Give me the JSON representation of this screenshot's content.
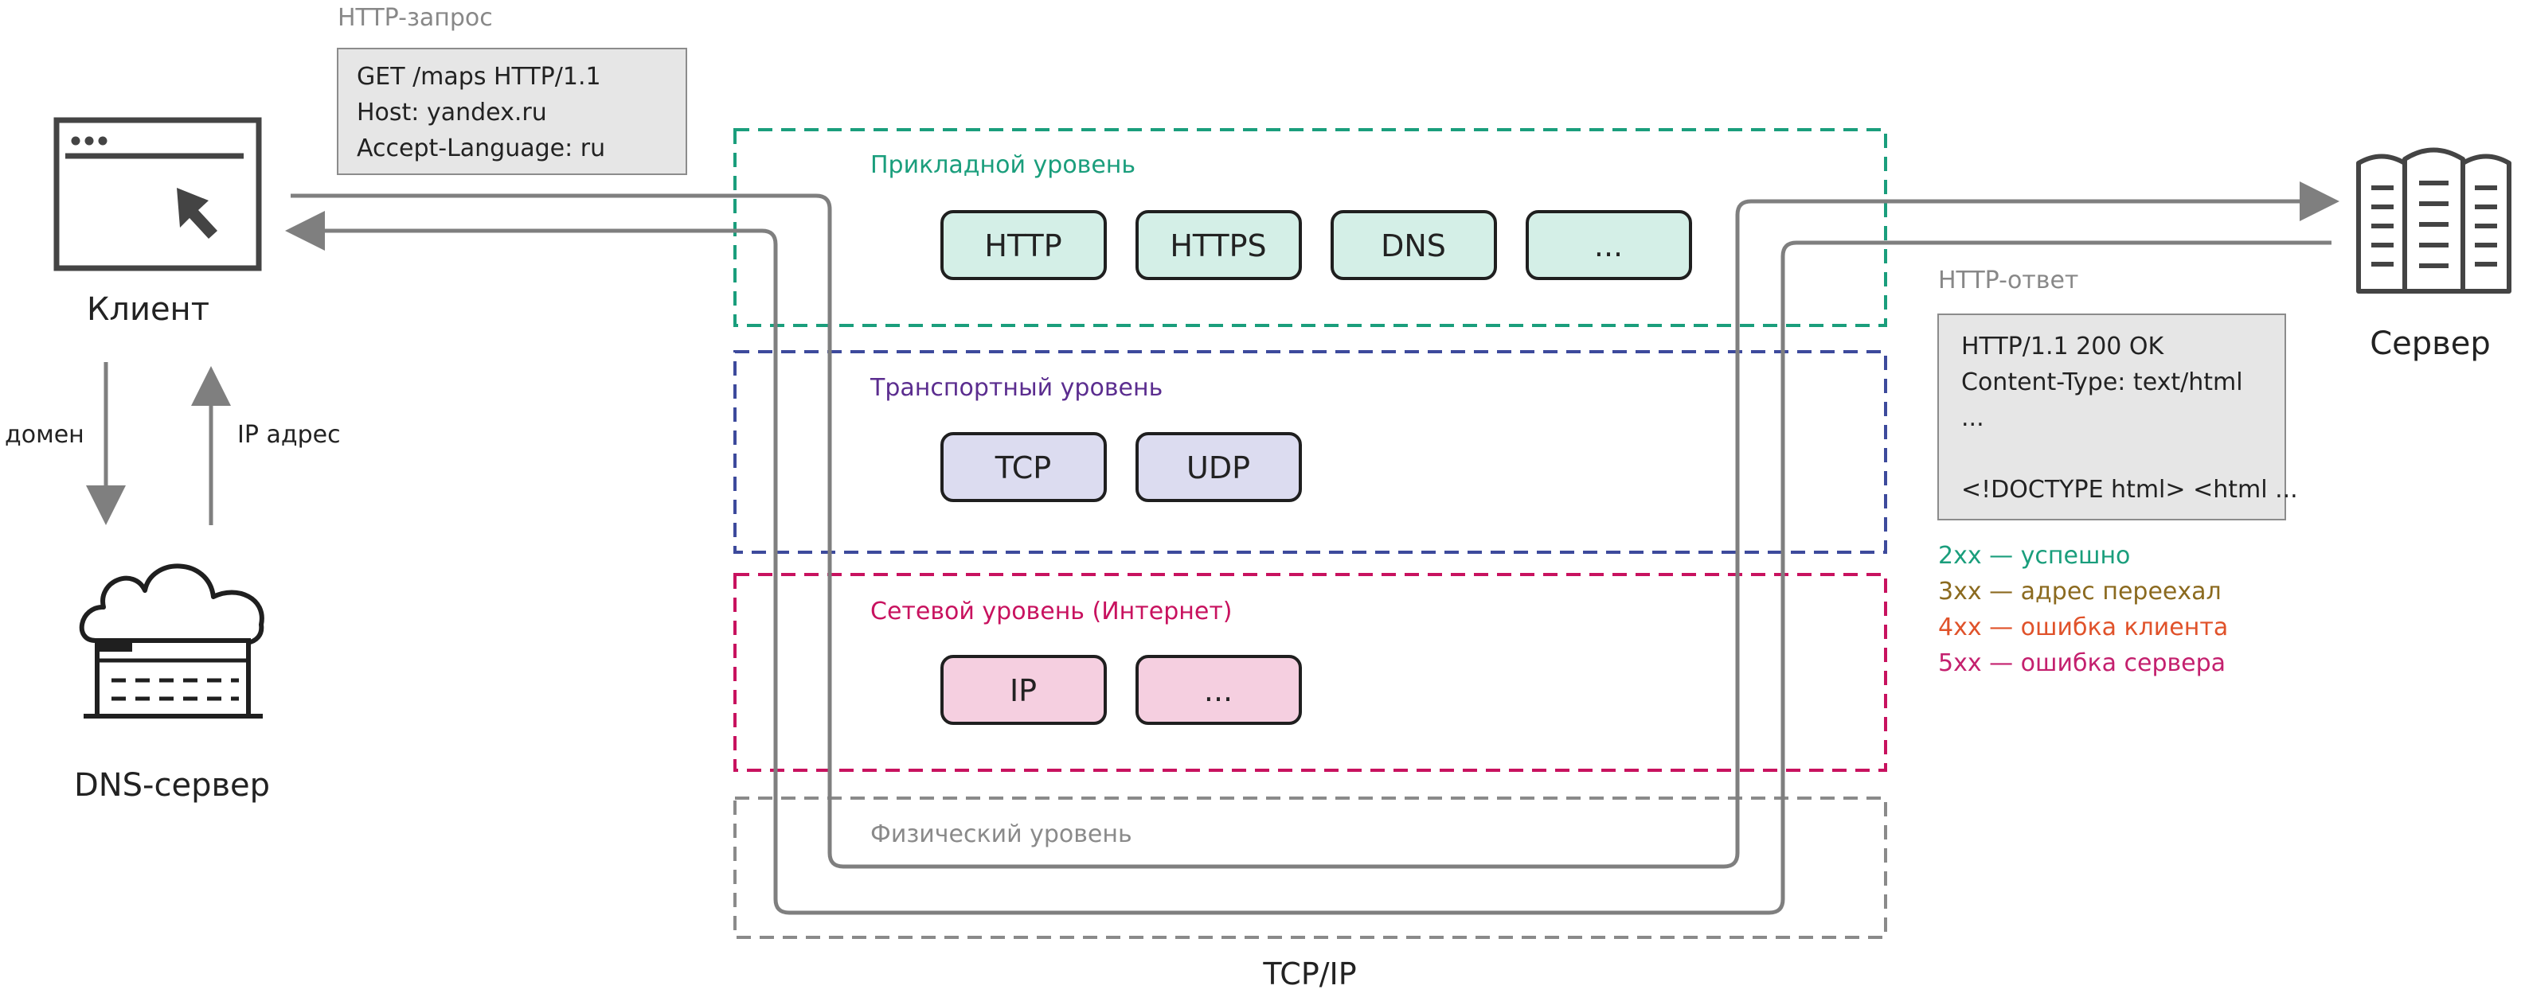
{
  "request": {
    "title": "HTTP-запрос",
    "lines": [
      "GET /maps HTTP/1.1",
      "Host: yandex.ru",
      "Accept-Language: ru"
    ]
  },
  "response": {
    "title": "HTTP-ответ",
    "lines": [
      "HTTP/1.1 200 OK",
      "Content-Type: text/html",
      "...",
      "",
      "<!DOCTYPE html> <html ..."
    ]
  },
  "status_codes": [
    {
      "text": "2xx — успешно",
      "color": "#1a9e7c"
    },
    {
      "text": "3xx — адрес переехал",
      "color": "#8b6a1f"
    },
    {
      "text": "4xx — ошибка клиента",
      "color": "#e0522a"
    },
    {
      "text": "5xx — ошибка сервера",
      "color": "#c4206e"
    }
  ],
  "client": {
    "label": "Клиент"
  },
  "server": {
    "label": "Сервер"
  },
  "dns": {
    "label": "DNS-сервер",
    "arrow_down_label": "домен",
    "arrow_up_label": "IP адрес"
  },
  "layers": {
    "application": {
      "title": "Прикладной уровень",
      "color": "#1a9e7c",
      "fill": "#d4efe7",
      "protocols": [
        "HTTP",
        "HTTPS",
        "DNS",
        "..."
      ]
    },
    "transport": {
      "title": "Транспортный уровень",
      "color": "#3d4a9c",
      "title_color": "#5b2d8f",
      "fill": "#dcdcf0",
      "protocols": [
        "TCP",
        "UDP"
      ]
    },
    "network": {
      "title": "Сетевой уровень (Интернет)",
      "color": "#c8125f",
      "fill": "#f5cfe0",
      "protocols": [
        "IP",
        "..."
      ]
    },
    "physical": {
      "title": "Физический уровень",
      "color": "#8a8a8a"
    }
  },
  "stack_label": "TCP/IP"
}
